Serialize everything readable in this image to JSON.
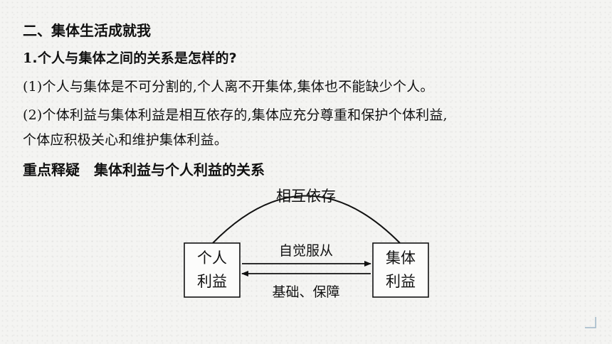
{
  "section_title": "二、集体生活成就我",
  "question": {
    "number": "1",
    "text": ".个人与集体之间的关系是怎样的?"
  },
  "answers": [
    "(1)个人与集体是不可分割的,个人离不开集体,集体也不能缺少个人。",
    "(2)个体利益与集体利益是相互依存的,集体应充分尊重和保护个体利益,",
    "个体应积极关心和维护集体利益。"
  ],
  "key_point": {
    "label": "重点释疑",
    "title": "集体利益与个人利益的关系"
  },
  "diagram": {
    "top_label": "相互依存",
    "left_box": [
      "个人",
      "利益"
    ],
    "right_box": [
      "集体",
      "利益"
    ],
    "top_arrow_label": "自觉服从",
    "bottom_arrow_label": "基础、保障"
  }
}
